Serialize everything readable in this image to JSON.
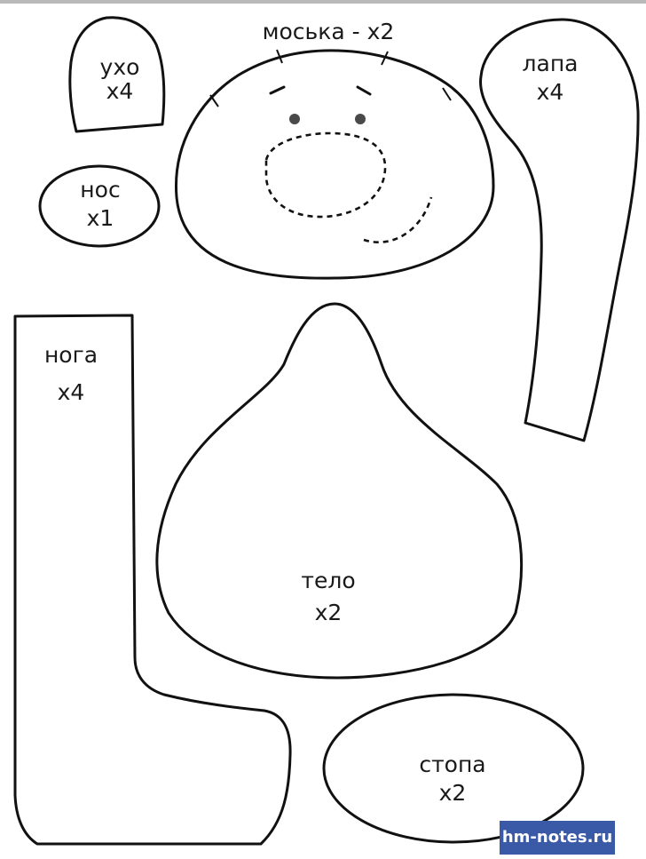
{
  "pieces": {
    "ear": {
      "name": "ухо",
      "count": "x4"
    },
    "nose": {
      "name": "нос",
      "count": "x1"
    },
    "muzzle": {
      "label": "моська - х2"
    },
    "paw": {
      "name": "лапа",
      "count": "x4"
    },
    "leg": {
      "name": "нога",
      "count": "x4"
    },
    "body": {
      "name": "тело",
      "count": "x2"
    },
    "foot": {
      "name": "стопа",
      "count": "x2"
    }
  },
  "watermark": "hm-notes.ru",
  "colors": {
    "outline": "#111111",
    "eyes": "#4a4a4a",
    "watermark_bg": "#3a5aa7",
    "watermark_text": "#ffffff"
  }
}
